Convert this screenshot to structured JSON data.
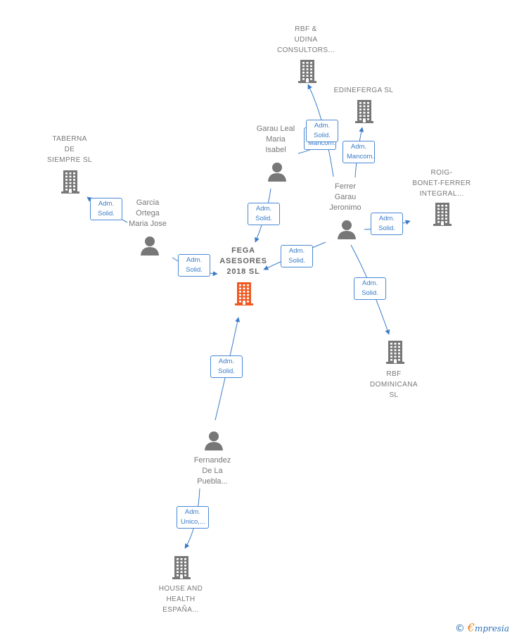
{
  "colors": {
    "edge": "#3a7bc8",
    "company": "#777777",
    "main_company": "#f05a22",
    "person": "#777777"
  },
  "nodes": [
    {
      "id": "fega",
      "type": "company",
      "main": true,
      "label": "FEGA\nASESORES\n2018  SL"
    },
    {
      "id": "rbf_udina",
      "type": "company",
      "label": "RBF &\nUDINA\nCONSULTORS..."
    },
    {
      "id": "edineferga",
      "type": "company",
      "label": "EDINEFERGA SL"
    },
    {
      "id": "taberna",
      "type": "company",
      "label": "TABERNA\nDE\nSIEMPRE SL"
    },
    {
      "id": "roig",
      "type": "company",
      "label": "ROIG-\nBONET-FERRER\nINTEGRAL..."
    },
    {
      "id": "rbf_dom",
      "type": "company",
      "label": "RBF\nDOMINICANA\nSL"
    },
    {
      "id": "house",
      "type": "company",
      "label": "HOUSE AND\nHEALTH\nESPAÑA..."
    },
    {
      "id": "garau_leal",
      "type": "person",
      "label": "Garau Leal\nMaria\nIsabel"
    },
    {
      "id": "garcia",
      "type": "person",
      "label": "Garcia\nOrtega\nMaria Jose"
    },
    {
      "id": "ferrer",
      "type": "person",
      "label": "Ferrer\nGarau\nJeronimo"
    },
    {
      "id": "fernandez",
      "type": "person",
      "label": "Fernandez\nDe La\nPuebla..."
    }
  ],
  "edges": [
    {
      "from": "garau_leal",
      "to": "fega",
      "label": "Adm.\nSolid."
    },
    {
      "from": "garcia",
      "to": "fega",
      "label": "Adm.\nSolid."
    },
    {
      "from": "ferrer",
      "to": "fega",
      "label": "Adm.\nSolid."
    },
    {
      "from": "fernandez",
      "to": "fega",
      "label": "Adm.\nSolid."
    },
    {
      "from": "garcia",
      "to": "taberna",
      "label": "Adm.\nSolid."
    },
    {
      "from": "garau_leal",
      "to": "rbf_udina",
      "label": "Adm.\nMancom."
    },
    {
      "from": "ferrer",
      "to": "rbf_udina",
      "label": "Adm.\nSolid."
    },
    {
      "from": "ferrer",
      "to": "edineferga",
      "label": "Adm.\nMancom."
    },
    {
      "from": "ferrer",
      "to": "roig",
      "label": "Adm.\nSolid."
    },
    {
      "from": "ferrer",
      "to": "rbf_dom",
      "label": "Adm.\nSolid."
    },
    {
      "from": "fernandez",
      "to": "house",
      "label": "Adm.\nUnico,..."
    }
  ],
  "footer": {
    "copyright": "©",
    "brand_initial": "€",
    "brand_rest": "mpresia"
  }
}
